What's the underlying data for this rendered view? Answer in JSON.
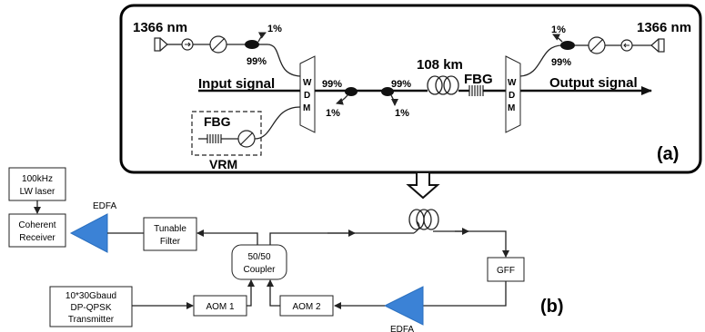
{
  "panel_a": {
    "label": "(a)",
    "left_wavelength": "1366 nm",
    "right_wavelength": "1366 nm",
    "left_tap_1pct": "1%",
    "left_tap_99pct": "99%",
    "right_tap_1pct": "1%",
    "right_tap_99pct": "99%",
    "wdm_letters": [
      "W",
      "D",
      "M"
    ],
    "input_label": "Input signal",
    "output_label": "Output signal",
    "coupler1_99pct": "99%",
    "coupler1_1pct": "1%",
    "coupler2_99pct": "99%",
    "coupler2_1pct": "1%",
    "fiber_length": "108 km",
    "fbg_label": "FBG",
    "vrm_fbg_label": "FBG",
    "vrm_label": "VRM"
  },
  "panel_b": {
    "label": "(b)",
    "lw_laser": [
      "100kHz",
      "LW laser"
    ],
    "coherent_receiver": [
      "Coherent",
      "Receiver"
    ],
    "edfa_top": "EDFA",
    "tunable_filter": [
      "Tunable",
      "Filter"
    ],
    "coupler": [
      "50/50",
      "Coupler"
    ],
    "transmitter": [
      "10*30Gbaud",
      "DP-QPSK",
      "Transmitter"
    ],
    "aom1": "AOM 1",
    "aom2": "AOM 2",
    "gff": "GFF",
    "edfa_bottom": "EDFA"
  },
  "colors": {
    "edfa_fill": "#3b82d6",
    "line": "#222222",
    "panel_border": "#000000"
  }
}
